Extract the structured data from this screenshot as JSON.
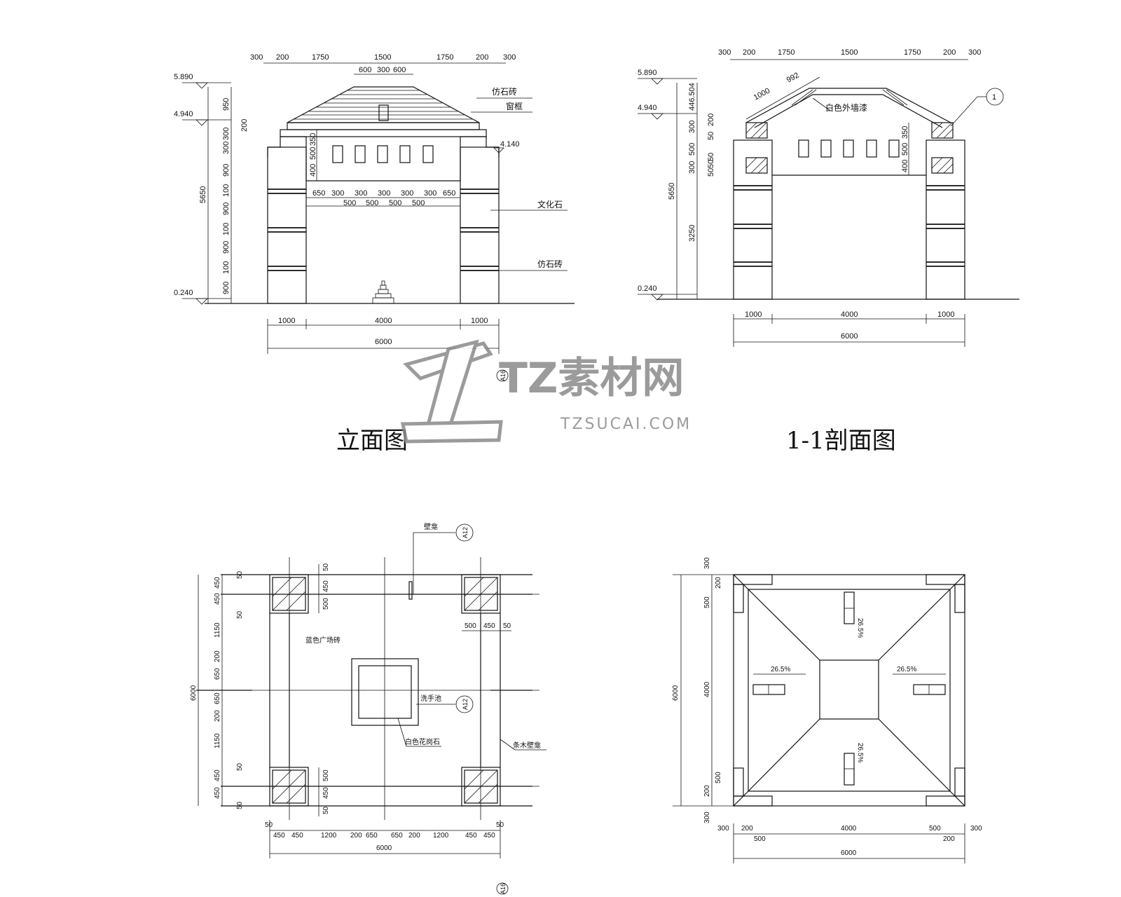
{
  "elevation": {
    "title": "立面图",
    "levels": [
      "5.890",
      "4.940",
      "0.240",
      "4.140"
    ],
    "top_dims": [
      "300",
      "200",
      "1750",
      "1500",
      "1750",
      "200",
      "300"
    ],
    "window_dims": [
      "600",
      "300",
      "600"
    ],
    "left_dims": [
      "950",
      "300",
      "300",
      "900",
      "100",
      "900",
      "100",
      "900",
      "100",
      "900"
    ],
    "total_height": "5650",
    "inner_vert": [
      "200",
      "350",
      "500",
      "400"
    ],
    "opening_dims": [
      "650",
      "300",
      "300",
      "300",
      "300",
      "300",
      "650"
    ],
    "opening_dims2": [
      "500",
      "500",
      "500",
      "500"
    ],
    "bottom_dims": [
      "1000",
      "4000",
      "1000"
    ],
    "total_width": "6000",
    "labels": [
      "仿石砖",
      "窗框",
      "文化石",
      "仿石砖"
    ],
    "marker": "A16"
  },
  "section": {
    "title": "1-1剖面图",
    "levels": [
      "5.890",
      "4.940",
      "0.240"
    ],
    "top_dims": [
      "300",
      "200",
      "1750",
      "1500",
      "1750",
      "200",
      "300"
    ],
    "slope_dims": [
      "992",
      "1000"
    ],
    "left_dims": [
      "446.504",
      "300",
      "500",
      "300"
    ],
    "small_dims": [
      "200",
      "50",
      "50",
      "50",
      "50"
    ],
    "total_height": "5650",
    "lower_height": "3250",
    "right_dims": [
      "350",
      "500",
      "400"
    ],
    "label": "白色外墙漆",
    "marker": "1",
    "bottom_dims": [
      "1000",
      "4000",
      "1000"
    ],
    "total_width": "6000"
  },
  "plan": {
    "labels": [
      "壁龛",
      "蓝色广场砖",
      "洗手池",
      "白色花岗石",
      "条木壁龛"
    ],
    "markers": [
      "A12",
      "A12"
    ],
    "left_dims": [
      "50",
      "450",
      "450",
      "50",
      "1150",
      "200",
      "650",
      "650",
      "200",
      "1150",
      "50",
      "450",
      "450",
      "50"
    ],
    "total": "6000",
    "col_dims": [
      "50",
      "450",
      "500"
    ],
    "col_dims2": [
      "500",
      "450",
      "50"
    ],
    "col_dims3": [
      "500",
      "450",
      "50"
    ],
    "bottom_dims": [
      "50",
      "450",
      "450",
      "1200",
      "200",
      "650",
      "650",
      "200",
      "1200",
      "450",
      "450",
      "50"
    ],
    "bottom_total": "6000",
    "section_marker": "A16"
  },
  "roof": {
    "slopes": [
      "26.5%",
      "26.5%",
      "26.5%",
      "26.5%"
    ],
    "left_dims": [
      "300",
      "200",
      "500",
      "4000",
      "500",
      "200",
      "300"
    ],
    "total": "6000",
    "bottom_dims": [
      "300",
      "200",
      "4000",
      "500",
      "300"
    ],
    "bottom_dims2": [
      "500",
      "200"
    ],
    "bottom_total": "6000"
  },
  "watermark": {
    "main": "TZ素材网",
    "sub": "TZSUCAI.COM"
  }
}
